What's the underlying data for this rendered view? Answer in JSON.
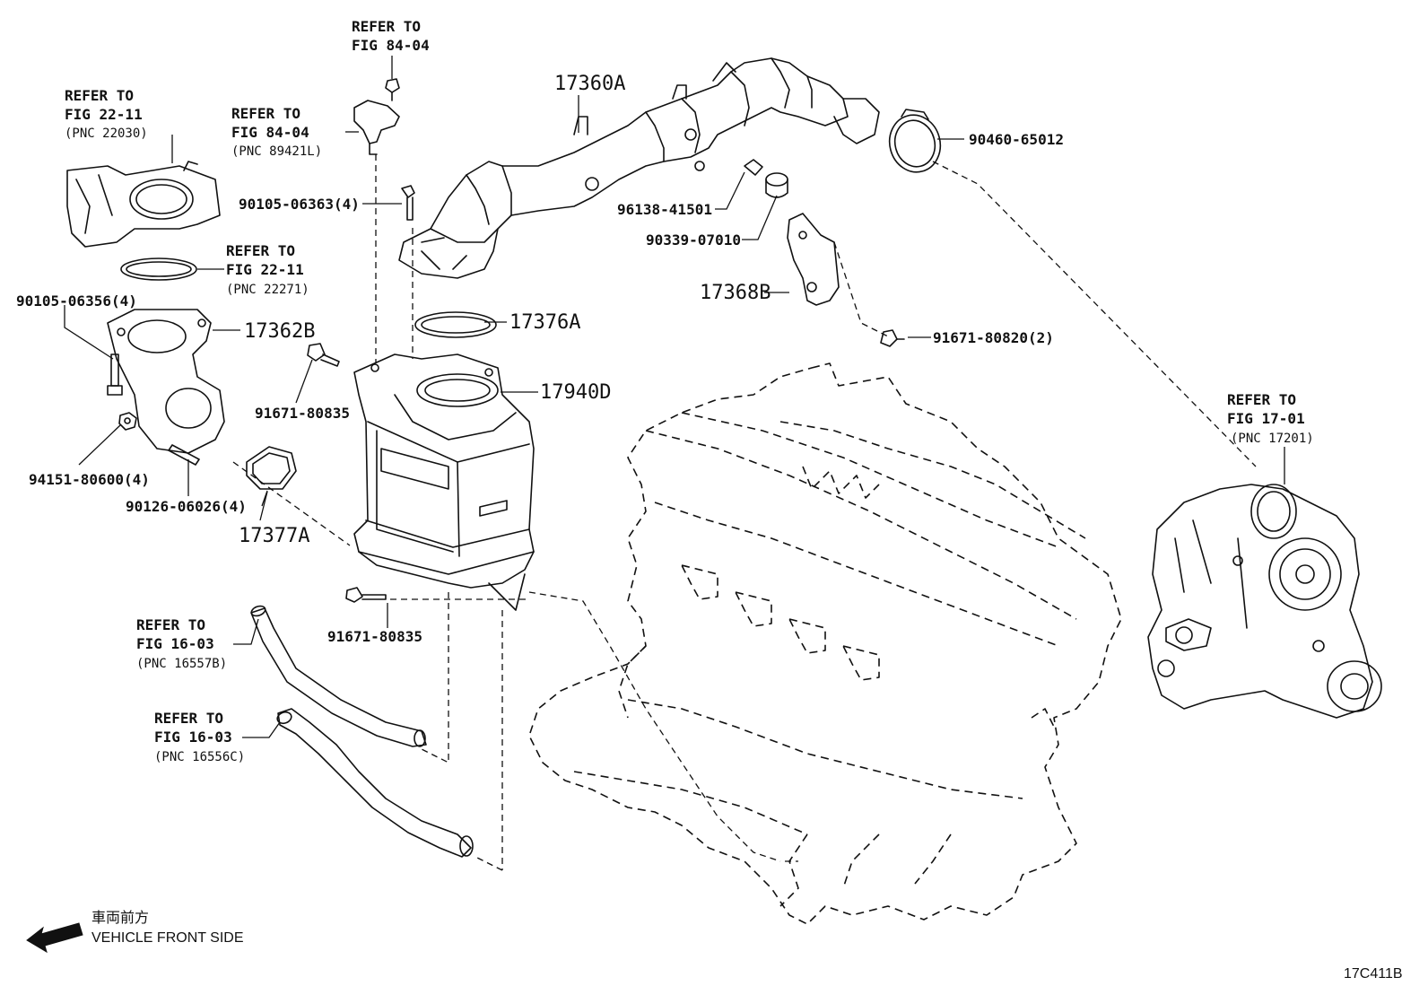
{
  "diagram_id": "17C411B",
  "direction": {
    "japanese": "車両前方",
    "english": "VEHICLE FRONT SIDE"
  },
  "parts": {
    "p17360A": "17360A",
    "p90460": "90460-65012",
    "p96138": "96138-41501",
    "p90339": "90339-07010",
    "p17368B": "17368B",
    "p91671_2": "91671-80820(2)",
    "p17376A": "17376A",
    "p17940D": "17940D",
    "p17362B": "17362B",
    "p90105_06356": "90105-06356(4)",
    "p90105_06363": "90105-06363(4)",
    "p91671_a": "91671-80835",
    "p94151": "94151-80600(4)",
    "p90126": "90126-06026(4)",
    "p17377A": "17377A",
    "p91671_b": "91671-80835"
  },
  "refs": {
    "r84_top": {
      "line1": "REFER TO",
      "line2": "FIG 84-04"
    },
    "r22_11_a": {
      "line1": "REFER TO",
      "line2": "FIG 22-11",
      "pnc": "(PNC 22030)"
    },
    "r84_mid": {
      "line1": "REFER TO",
      "line2": "FIG 84-04",
      "pnc": "(PNC 89421L)"
    },
    "r22_11_b": {
      "line1": "REFER TO",
      "line2": "FIG 22-11",
      "pnc": "(PNC 22271)"
    },
    "r17_01": {
      "line1": "REFER TO",
      "line2": "FIG 17-01",
      "pnc": "(PNC 17201)"
    },
    "r16_03_a": {
      "line1": "REFER TO",
      "line2": "FIG 16-03",
      "pnc": "(PNC 16557B)"
    },
    "r16_03_b": {
      "line1": "REFER TO",
      "line2": "FIG 16-03",
      "pnc": "(PNC 16556C)"
    }
  }
}
